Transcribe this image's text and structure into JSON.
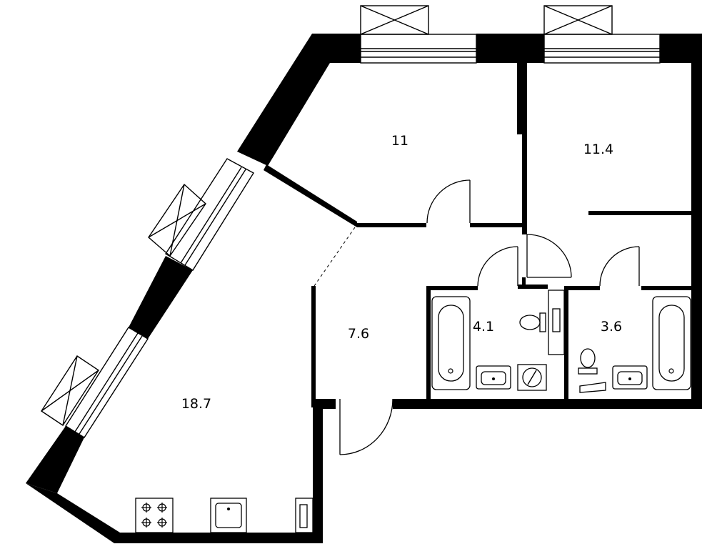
{
  "rooms": [
    {
      "id": "bedroom-1",
      "area": "11"
    },
    {
      "id": "bedroom-2",
      "area": "11.4"
    },
    {
      "id": "hall",
      "area": "7.6"
    },
    {
      "id": "bathroom-1",
      "area": "4.1"
    },
    {
      "id": "bathroom-2",
      "area": "3.6"
    },
    {
      "id": "kitchen-living",
      "area": "18.7"
    }
  ]
}
